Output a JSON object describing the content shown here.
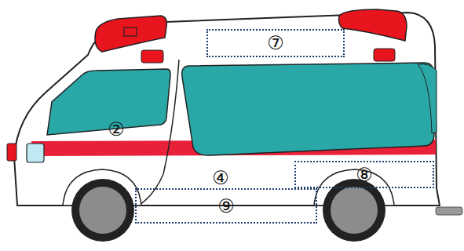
{
  "diagram": {
    "nodes": [
      {
        "text": [
          "⑦"
        ]
      },
      {
        "text": [
          "⑧"
        ]
      },
      {
        "text": [
          "⑨"
        ]
      }
    ],
    "labels": [
      "②",
      "④"
    ]
  }
}
